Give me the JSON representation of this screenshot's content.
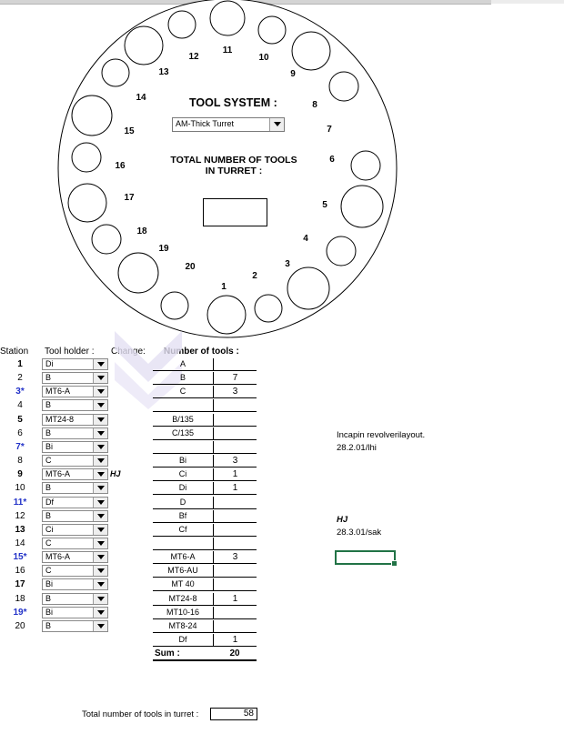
{
  "turret": {
    "title": "TOOL SYSTEM :",
    "system_select": "AM-Thick Turret",
    "total_title_line1": "TOTAL NUMBER OF TOOLS",
    "total_title_line2": "IN TURRET :",
    "total_value": "",
    "station_labels": [
      "1",
      "2",
      "3",
      "4",
      "5",
      "6",
      "7",
      "8",
      "9",
      "10",
      "11",
      "12",
      "13",
      "14",
      "15",
      "16",
      "17",
      "18",
      "19",
      "20"
    ]
  },
  "table": {
    "headers": {
      "station": "Station",
      "tool_holder": "Tool holder :",
      "change": "Change:",
      "number_of_tools": "Number of tools :"
    },
    "stations": [
      {
        "num": "1",
        "holder": "Di",
        "style": "bold"
      },
      {
        "num": "2",
        "holder": "B",
        "style": "normal"
      },
      {
        "num": "3*",
        "holder": "MT6-A",
        "style": "blue"
      },
      {
        "num": "4",
        "holder": "B",
        "style": "normal"
      },
      {
        "num": "5",
        "holder": "MT24-8",
        "style": "bold"
      },
      {
        "num": "6",
        "holder": "B",
        "style": "normal"
      },
      {
        "num": "7*",
        "holder": "Bi",
        "style": "blue"
      },
      {
        "num": "8",
        "holder": "C",
        "style": "normal"
      },
      {
        "num": "9",
        "holder": "MT6-A",
        "style": "bold"
      },
      {
        "num": "10",
        "holder": "B",
        "style": "normal"
      },
      {
        "num": "11*",
        "holder": "Df",
        "style": "blue"
      },
      {
        "num": "12",
        "holder": "B",
        "style": "normal"
      },
      {
        "num": "13",
        "holder": "Ci",
        "style": "bold"
      },
      {
        "num": "14",
        "holder": "C",
        "style": "normal"
      },
      {
        "num": "15*",
        "holder": "MT6-A",
        "style": "blue"
      },
      {
        "num": "16",
        "holder": "C",
        "style": "normal"
      },
      {
        "num": "17",
        "holder": "Bi",
        "style": "bold"
      },
      {
        "num": "18",
        "holder": "B",
        "style": "normal"
      },
      {
        "num": "19*",
        "holder": "Bi",
        "style": "blue"
      },
      {
        "num": "20",
        "holder": "B",
        "style": "normal"
      }
    ],
    "change_mark_row9": "HJ",
    "counts": [
      {
        "name": "A",
        "value": ""
      },
      {
        "name": "B",
        "value": "7"
      },
      {
        "name": "C",
        "value": "3"
      },
      {
        "name": "",
        "value": ""
      },
      {
        "name": "B/135",
        "value": ""
      },
      {
        "name": "C/135",
        "value": ""
      },
      {
        "name": "",
        "value": ""
      },
      {
        "name": "Bi",
        "value": "3"
      },
      {
        "name": "Ci",
        "value": "1"
      },
      {
        "name": "Di",
        "value": "1"
      },
      {
        "name": "D",
        "value": ""
      },
      {
        "name": "Bf",
        "value": ""
      },
      {
        "name": "Cf",
        "value": ""
      },
      {
        "name": "",
        "value": ""
      },
      {
        "name": "MT6-A",
        "value": "3"
      },
      {
        "name": "MT6-AU",
        "value": ""
      },
      {
        "name": "MT 40",
        "value": ""
      },
      {
        "name": "MT24-8",
        "value": "1"
      },
      {
        "name": "MT10-16",
        "value": ""
      },
      {
        "name": "MT8-24",
        "value": ""
      },
      {
        "name": "Df",
        "value": "1"
      }
    ],
    "sum_label": "Sum :",
    "sum_value": "20"
  },
  "notes": {
    "note1_line1": "Incapin revolverilayout.",
    "note1_line2": "28.2.01/lhi",
    "note2_line1": "HJ",
    "note2_line2": "28.3.01/sak"
  },
  "footer": {
    "total_label": "Total number of tools in turret :",
    "total_value": "58"
  },
  "colors": {
    "accent_blue": "#2232c8",
    "selection_green": "#217346"
  }
}
